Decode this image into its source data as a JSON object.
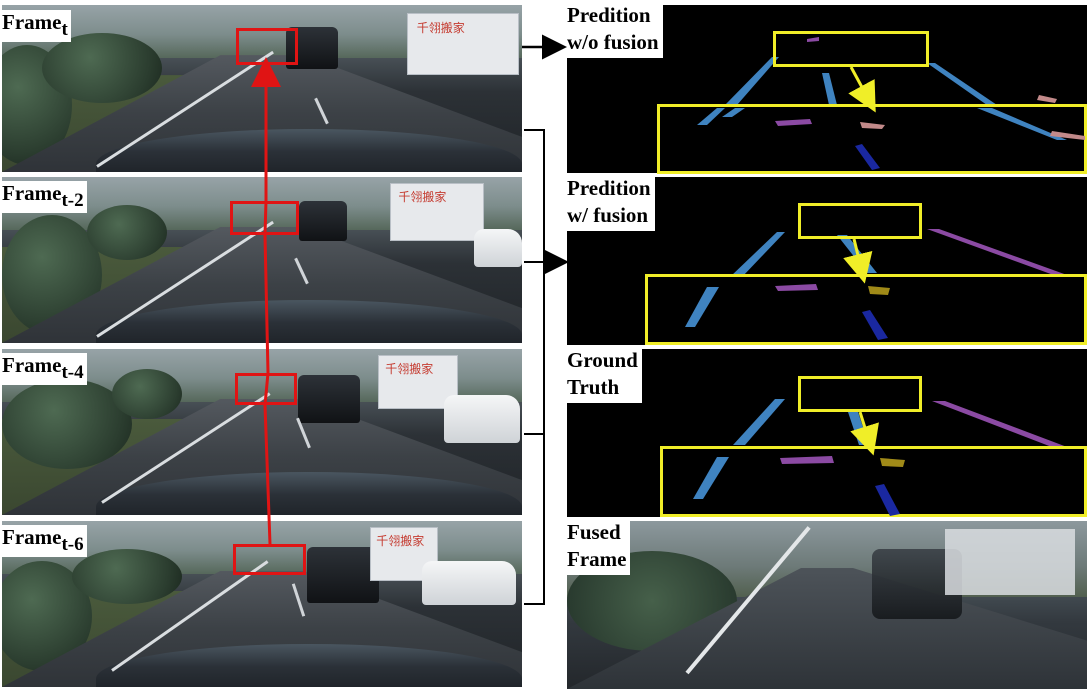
{
  "frames": {
    "base": "Frame",
    "labels": [
      {
        "sub": "t"
      },
      {
        "sub": "t-2"
      },
      {
        "sub": "t-4"
      },
      {
        "sub": "t-6"
      }
    ],
    "truck_sign": "千翎搬家"
  },
  "predictions": {
    "without_fusion": {
      "line1": "Predition",
      "line2": "w/o fusion"
    },
    "with_fusion": {
      "line1": "Predition",
      "line2": "w/ fusion"
    },
    "ground_truth": {
      "line1": "Ground",
      "line2": "Truth"
    },
    "fused_frame": {
      "line1": "Fused",
      "line2": "Frame"
    }
  },
  "colors": {
    "red_box": "#e01414",
    "yellow_box": "#f0ee28",
    "lane_blue": "#3f83c0",
    "lane_purple": "#8b4aa3",
    "lane_pink": "#c28a8a",
    "lane_navy": "#1a28a0",
    "lane_olive": "#a08a18",
    "arrow": "#000000"
  }
}
